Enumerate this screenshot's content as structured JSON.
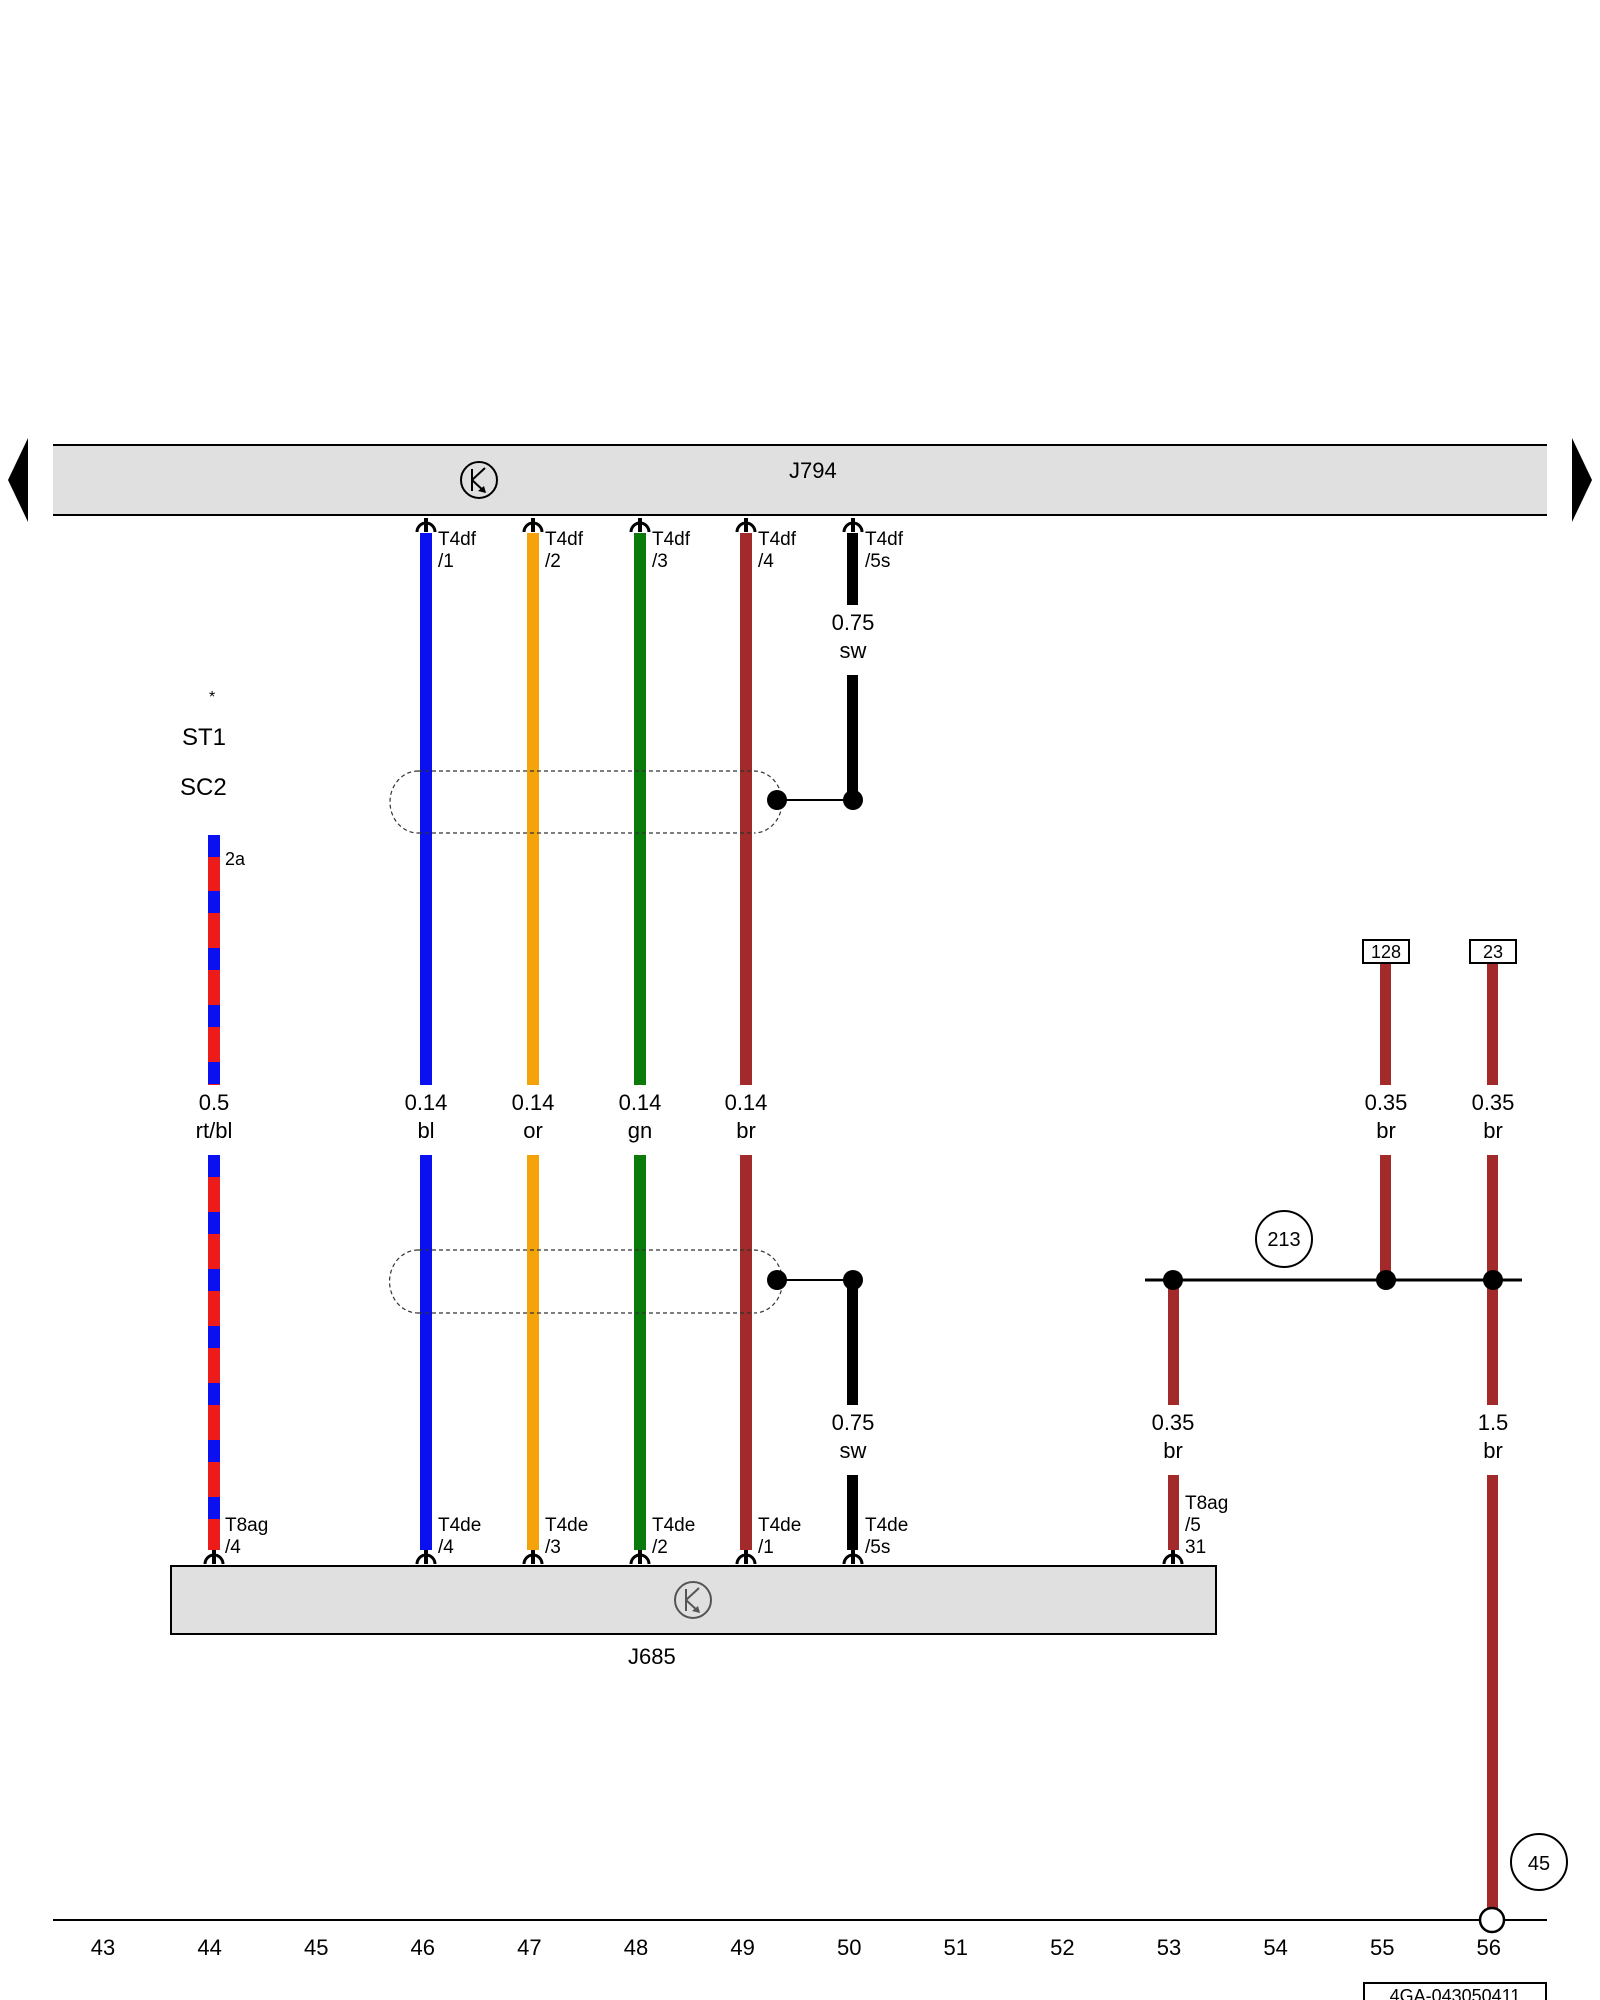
{
  "modules": {
    "top": {
      "name": "J794"
    },
    "bottom": {
      "name": "J685"
    }
  },
  "side_labels": {
    "star": "*",
    "st": "ST1",
    "sc": "SC2",
    "segment": "2a"
  },
  "connectors_top": [
    {
      "name": "T4df",
      "pin": "/1"
    },
    {
      "name": "T4df",
      "pin": "/2"
    },
    {
      "name": "T4df",
      "pin": "/3"
    },
    {
      "name": "T4df",
      "pin": "/4"
    },
    {
      "name": "T4df",
      "pin": "/5s"
    }
  ],
  "connectors_bottom": [
    {
      "name": "T8ag",
      "pin": "/4"
    },
    {
      "name": "T4de",
      "pin": "/4"
    },
    {
      "name": "T4de",
      "pin": "/3"
    },
    {
      "name": "T4de",
      "pin": "/2"
    },
    {
      "name": "T4de",
      "pin": "/1"
    },
    {
      "name": "T4de",
      "pin": "/5s"
    },
    {
      "name": "T8ag",
      "pin": "/5",
      "pin2": "31"
    }
  ],
  "wires": [
    {
      "size": "0.5",
      "color": "rt/bl"
    },
    {
      "size": "0.14",
      "color": "bl"
    },
    {
      "size": "0.14",
      "color": "or"
    },
    {
      "size": "0.14",
      "color": "gn"
    },
    {
      "size": "0.14",
      "color": "br"
    },
    {
      "size": "0.75",
      "color": "sw"
    },
    {
      "size": "0.75",
      "color": "sw"
    },
    {
      "size": "0.35",
      "color": "br"
    },
    {
      "size": "0.35",
      "color": "br"
    },
    {
      "size": "0.35",
      "color": "br"
    },
    {
      "size": "1.5",
      "color": "br"
    }
  ],
  "refs": {
    "r128": "128",
    "r23": "23",
    "c213": "213",
    "c45": "45"
  },
  "columns": [
    "43",
    "44",
    "45",
    "46",
    "47",
    "48",
    "49",
    "50",
    "51",
    "52",
    "53",
    "54",
    "55",
    "56"
  ],
  "diagram_id": "4GA-043050411",
  "colors": {
    "blue": "#0b10f0",
    "orange": "#f4a30a",
    "green": "#0a7a0a",
    "brown": "#a32a2a",
    "red": "#ee1b1b",
    "black": "#000000",
    "module_fill": "#e0e0e0"
  }
}
